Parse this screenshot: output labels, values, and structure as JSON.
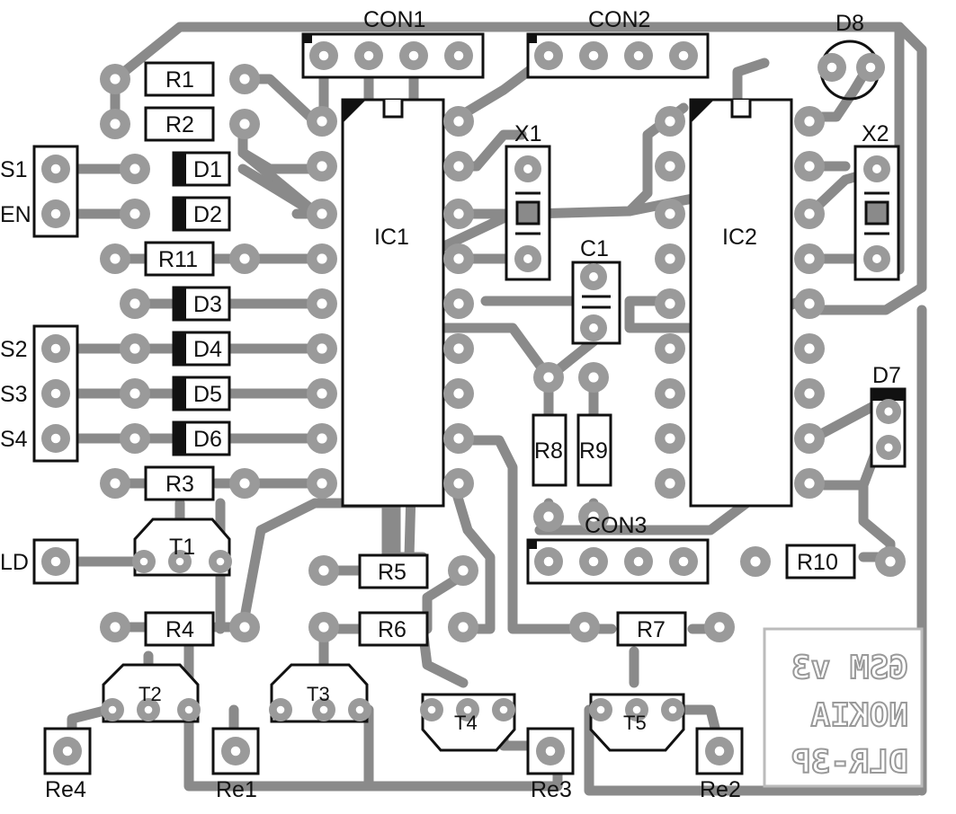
{
  "colors": {
    "trace": "#8a8a8a",
    "outline": "#111111",
    "pad": "#9a9a9a",
    "silk": "#999999",
    "background": "#ffffff"
  },
  "labels": {
    "con1": "CON1",
    "con2": "CON2",
    "con3": "CON3",
    "ic1": "IC1",
    "ic2": "IC2",
    "x1": "X1",
    "x2": "X2",
    "c1": "C1",
    "r1": "R1",
    "r2": "R2",
    "r3": "R3",
    "r4": "R4",
    "r5": "R5",
    "r6": "R6",
    "r7": "R7",
    "r8": "R8",
    "r9": "R9",
    "r10": "R10",
    "r11": "R11",
    "d1": "D1",
    "d2": "D2",
    "d3": "D3",
    "d4": "D4",
    "d5": "D5",
    "d6": "D6",
    "d7": "D7",
    "d8": "D8",
    "t1": "T1",
    "t2": "T2",
    "t3": "T3",
    "t4": "T4",
    "t5": "T5",
    "s1": "S1",
    "en": "EN",
    "s2": "S2",
    "s3": "S3",
    "s4": "S4",
    "ld": "LD",
    "re1": "Re1",
    "re2": "Re2",
    "re3": "Re3",
    "re4": "Re4"
  },
  "silkscreen": {
    "line1": "GSM v3",
    "line2": "NOKIA",
    "line3": "DLR-3P"
  }
}
